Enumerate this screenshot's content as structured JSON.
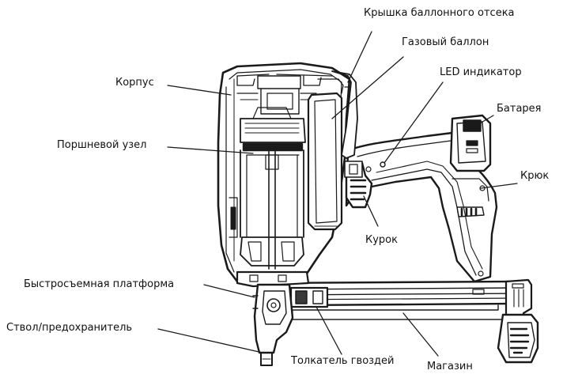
{
  "labels": {
    "cylinder_cover": "Крышка баллонного отсека",
    "gas_cylinder": "Газовый баллон",
    "led_indicator": "LED индикатор",
    "body": "Корпус",
    "battery": "Батарея",
    "piston_unit": "Поршневой узел",
    "hook": "Крюк",
    "trigger": "Курок",
    "quick_release_platform": "Быстросъемная платформа",
    "barrel_safety": "Ствол/предохранитель",
    "nail_pusher": "Толкатель гвоздей",
    "magazine": "Магазин"
  }
}
